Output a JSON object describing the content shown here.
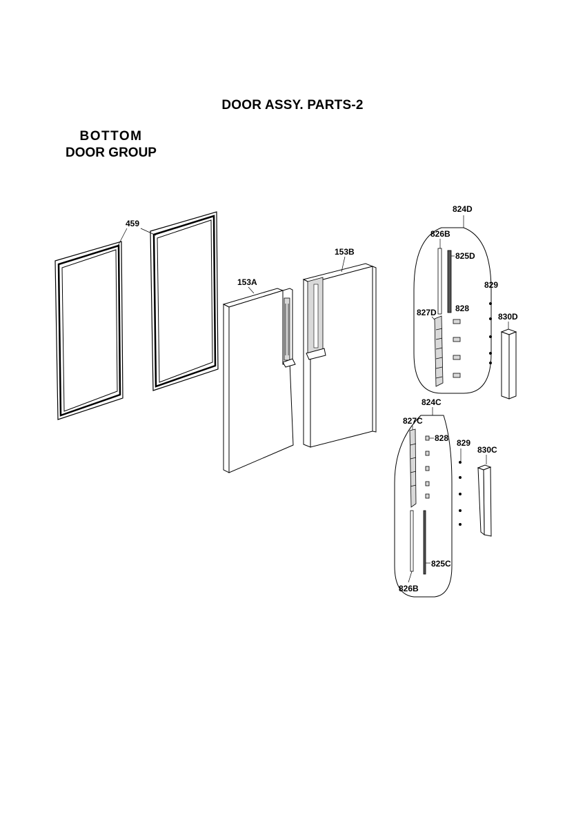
{
  "page": {
    "title": "DOOR ASSY. PARTS-2",
    "group_title_line1": "BOTTOM",
    "group_title_line2": "DOOR GROUP"
  },
  "labels": {
    "p459": "459",
    "p153A": "153A",
    "p153B": "153B",
    "p824D": "824D",
    "p826B_top": "826B",
    "p825D": "825D",
    "p829_top": "829",
    "p827D": "827D",
    "p828_top": "828",
    "p830D": "830D",
    "p824C": "824C",
    "p827C": "827C",
    "p828_bot": "828",
    "p829_bot": "829",
    "p830C": "830C",
    "p825C": "825C",
    "p826B_bot": "826B"
  }
}
